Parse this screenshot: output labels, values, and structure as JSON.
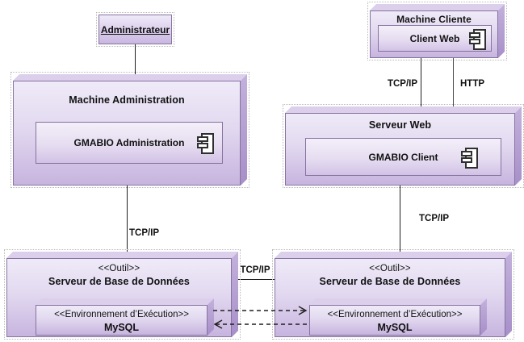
{
  "palette": {
    "node_border": "#86739f",
    "node_fill_light": "#efeaf8",
    "node_fill_dark": "#c7b4df",
    "face_top": "#dbcfec",
    "face_right": "#a78fc8",
    "connector": "#1f1f1f",
    "background": "#ffffff"
  },
  "actor": {
    "label": "Administrateur"
  },
  "nodes": {
    "machine_admin": {
      "title": "Machine Administration",
      "component": {
        "label": "GMABIO Administration",
        "icon": "component-icon"
      }
    },
    "machine_cliente": {
      "title": "Machine Cliente",
      "component": {
        "label": "Client Web",
        "icon": "component-icon"
      }
    },
    "serveur_web": {
      "title": "Serveur Web",
      "component": {
        "label": "GMABIO Client",
        "icon": "component-icon"
      }
    },
    "db_left": {
      "stereotype": "<<Outil>>",
      "title": "Serveur de Base de Données",
      "inner": {
        "stereotype": "<<Environnement d’Exécution>>",
        "title": "MySQL"
      }
    },
    "db_right": {
      "stereotype": "<<Outil>>",
      "title": "Serveur de Base de Données",
      "inner": {
        "stereotype": "<<Environnement d’Exécution>>",
        "title": "MySQL"
      }
    }
  },
  "links": {
    "machine_to_db": {
      "label": "TCP/IP"
    },
    "cliente_to_web_tcp": {
      "label": "TCP/IP"
    },
    "cliente_to_web_http": {
      "label": "HTTP"
    },
    "web_to_db": {
      "label": "TCP/IP"
    },
    "db_to_db": {
      "label": "TCP/IP"
    }
  }
}
